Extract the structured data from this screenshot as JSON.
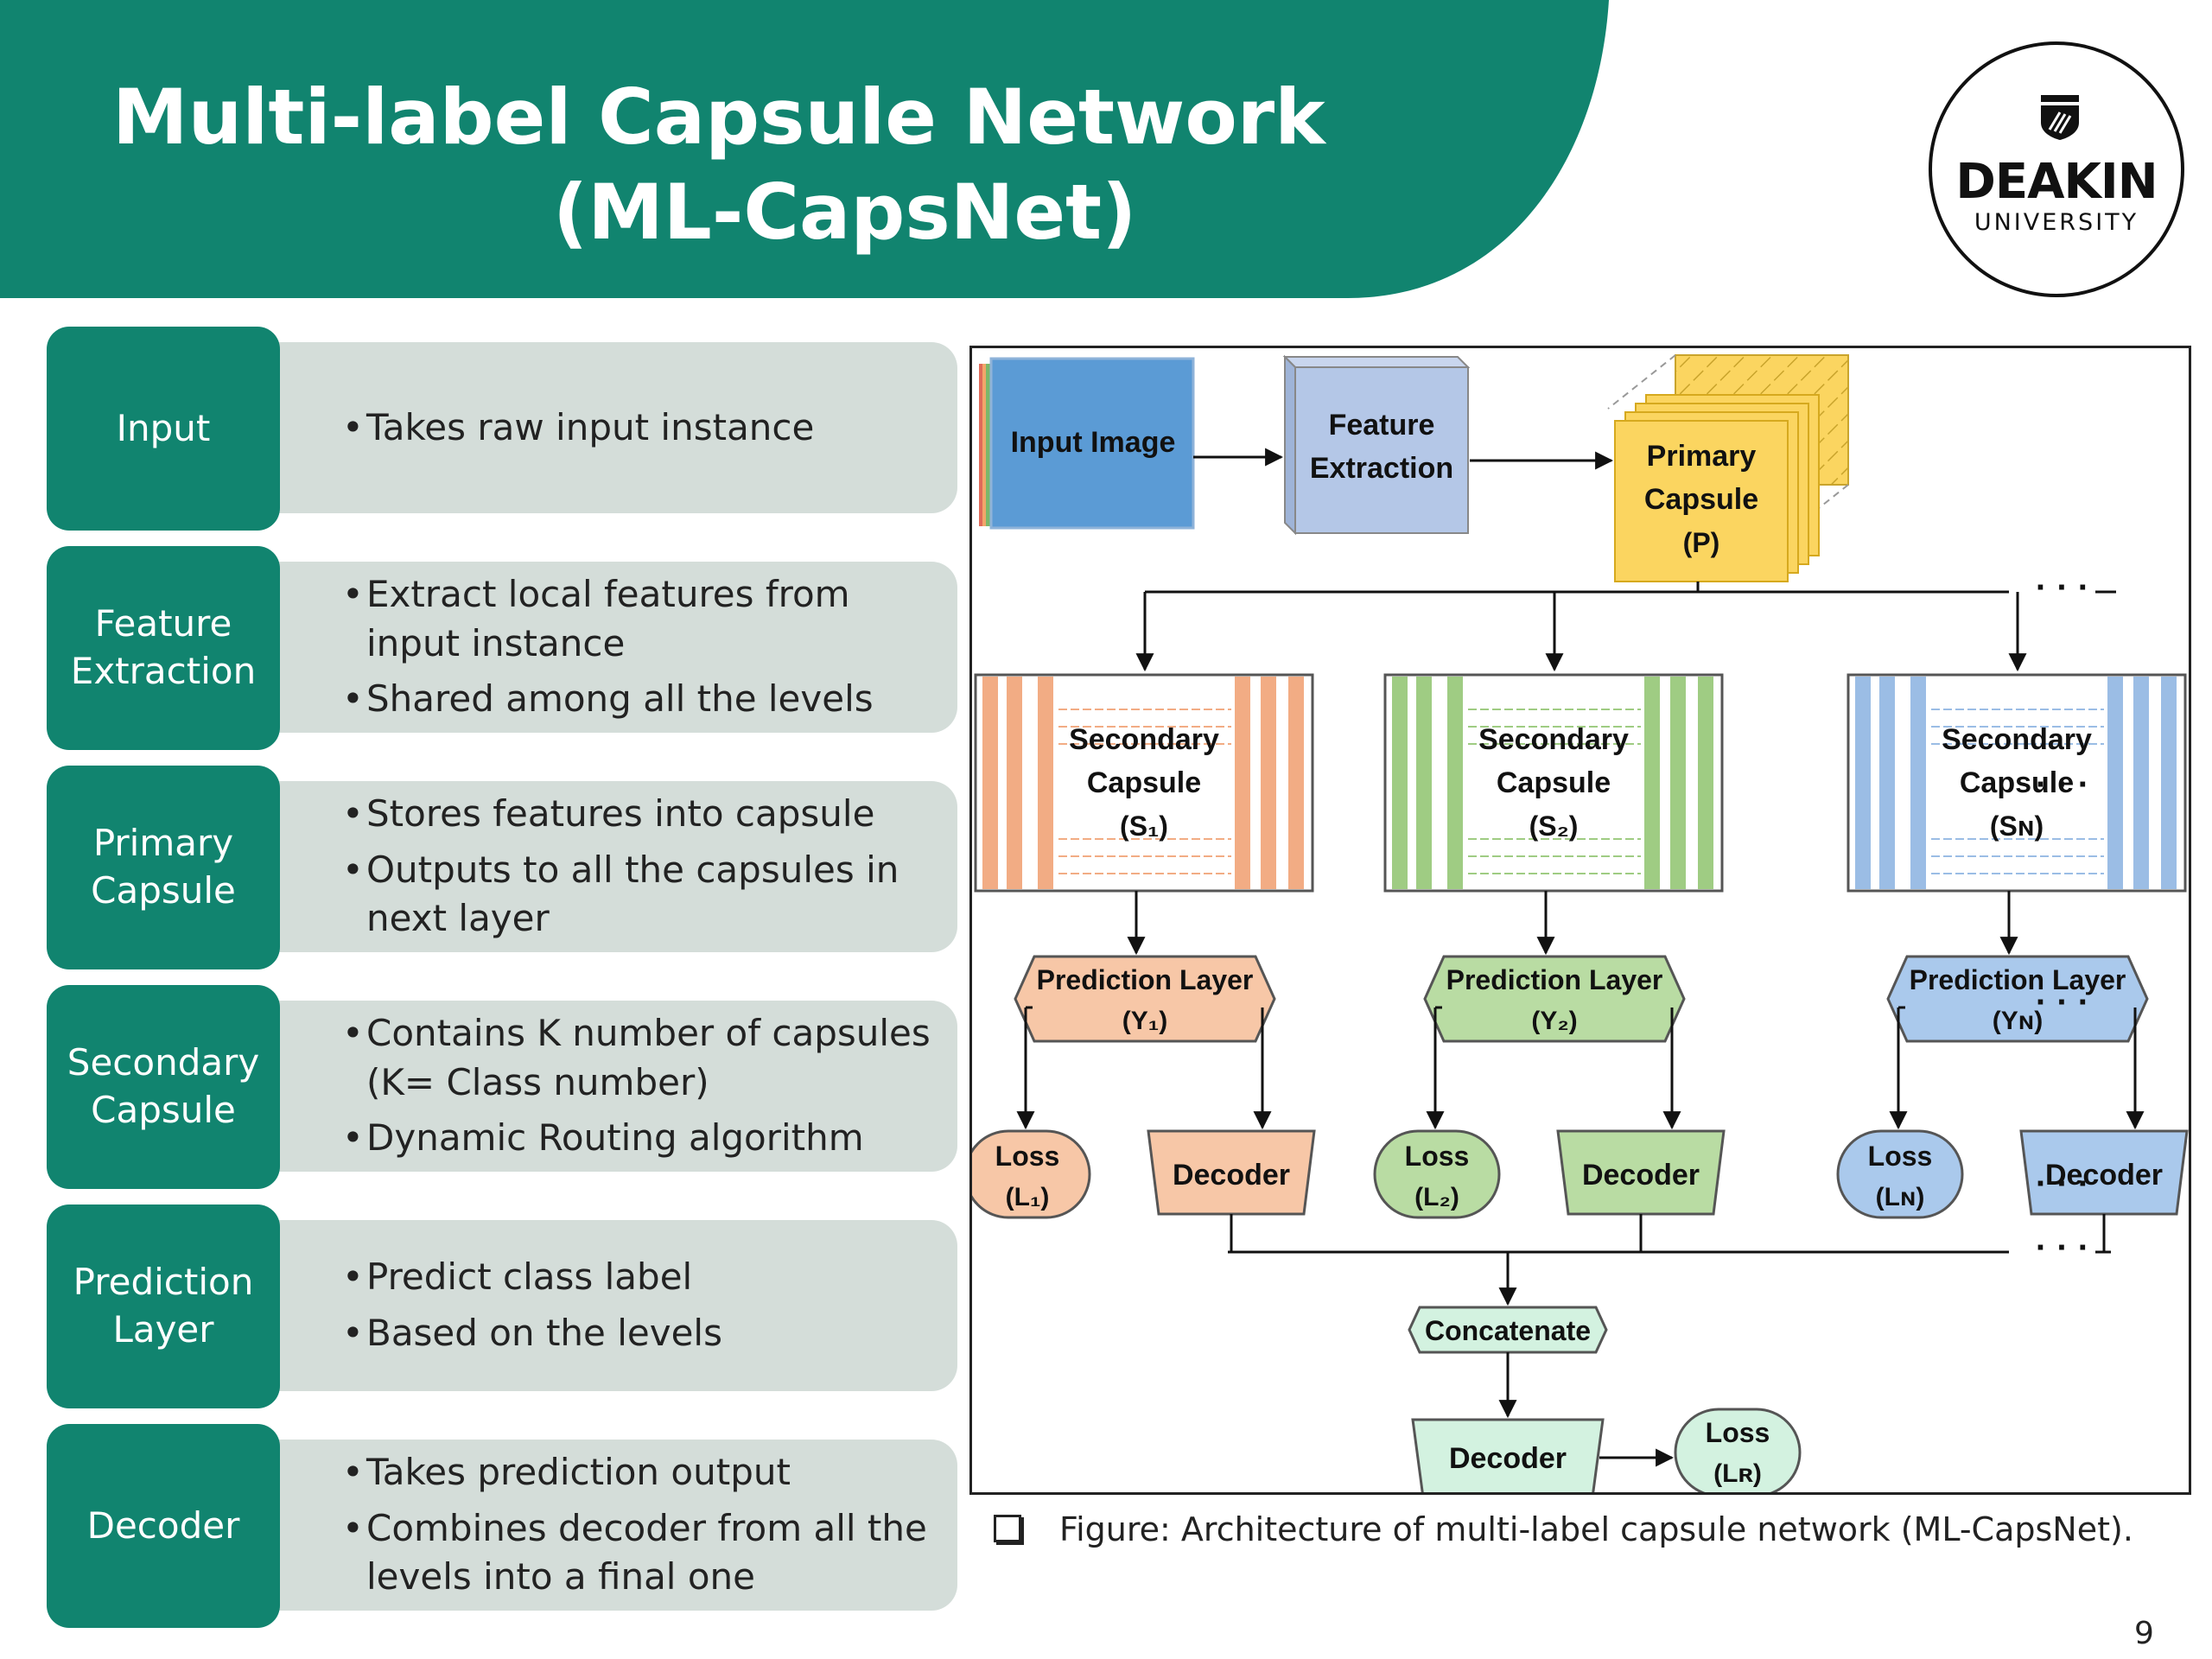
{
  "slide": {
    "title_line1": "Multi-label Capsule Network",
    "title_line2": "(ML-CapsNet)",
    "page_number": "9"
  },
  "logo": {
    "name": "DEAKIN",
    "sub": "UNIVERSITY",
    "icon": "deakin-shield-icon"
  },
  "rows": [
    {
      "label": "Input",
      "bullets": [
        "Takes raw input instance"
      ]
    },
    {
      "label": "Feature\nExtraction",
      "bullets": [
        "Extract local features from input instance",
        "Shared among all the levels"
      ]
    },
    {
      "label": "Primary\nCapsule",
      "bullets": [
        "Stores features into capsule",
        "Outputs to all the capsules in next layer"
      ]
    },
    {
      "label": "Secondary\nCapsule",
      "bullets": [
        "Contains K number of capsules (K= Class number)",
        "Dynamic Routing algorithm"
      ]
    },
    {
      "label": "Prediction\nLayer",
      "bullets": [
        "Predict class label",
        "Based on the levels"
      ]
    },
    {
      "label": "Decoder",
      "bullets": [
        "Takes prediction output",
        "Combines decoder from all the levels into a final one"
      ]
    }
  ],
  "diagram": {
    "input_image": "Input Image",
    "feature_extraction": [
      "Feature",
      "Extraction"
    ],
    "primary_capsule": [
      "Primary",
      "Capsule",
      "(P)"
    ],
    "ellipsis": "· · ·",
    "levels": [
      {
        "secondary": [
          "Secondary",
          "Capsule",
          "(S₁)"
        ],
        "prediction": [
          "Prediction Layer",
          "(Y₁)"
        ],
        "loss": [
          "Loss",
          "(L₁)"
        ],
        "decoder": "Decoder",
        "color": "#f2ac84",
        "fill": "#f7c7a7"
      },
      {
        "secondary": [
          "Secondary",
          "Capsule",
          "(S₂)"
        ],
        "prediction": [
          "Prediction Layer",
          "(Y₂)"
        ],
        "loss": [
          "Loss",
          "(L₂)"
        ],
        "decoder": "Decoder",
        "color": "#9fcc83",
        "fill": "#b9dca3"
      },
      {
        "secondary": [
          "Secondary",
          "Capsule",
          "(Sɴ)"
        ],
        "prediction": [
          "Prediction Layer",
          "(Yɴ)"
        ],
        "loss": [
          "Loss",
          "(Lɴ)"
        ],
        "decoder": "Decoder",
        "color": "#9bbde5",
        "fill": "#aac9ec"
      }
    ],
    "concatenate": "Concatenate",
    "final_decoder": "Decoder",
    "final_loss": [
      "Loss",
      "(Lʀ)"
    ]
  },
  "caption": "Figure: Architecture of multi-label capsule network (ML-CapsNet).",
  "colors": {
    "brand_green": "#11846f",
    "row_bg": "#d4ddd9",
    "primary_yellow": "#fbd560",
    "input_blue": "#5b9bd5",
    "feature_lilac": "#b4c7e7",
    "final_mint": "#d3f2e0"
  }
}
